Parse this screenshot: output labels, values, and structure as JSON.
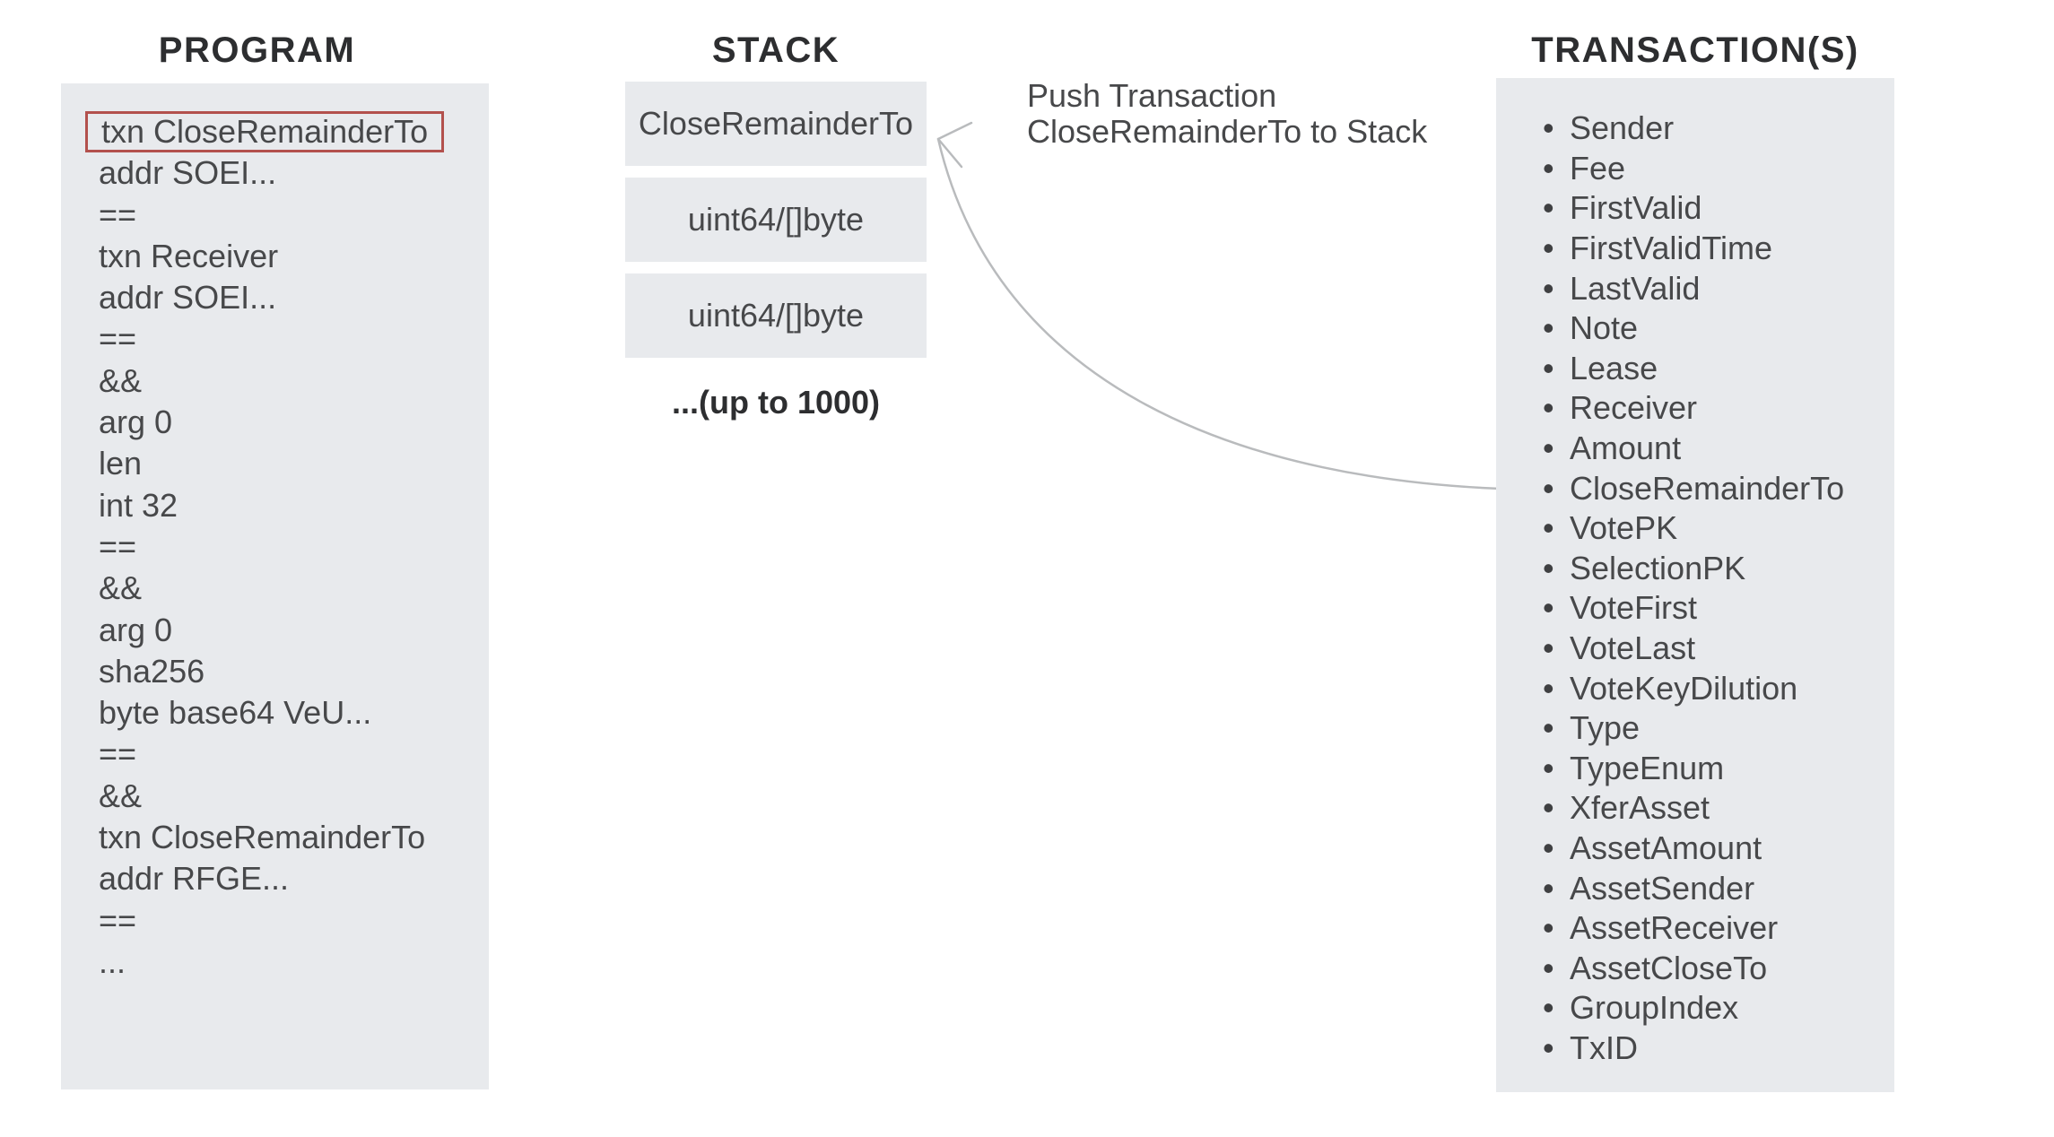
{
  "headings": {
    "program": "PROGRAM",
    "stack": "STACK",
    "transactions": "TRANSACTION(S)"
  },
  "program": {
    "highlighted_line_index": 0,
    "lines": [
      "txn CloseRemainderTo",
      "addr SOEI...",
      "==",
      "txn Receiver",
      "addr SOEI...",
      "==",
      "&&",
      "arg 0",
      "len",
      "int 32",
      "==",
      "&&",
      "arg 0",
      "sha256",
      "byte base64 VeU...",
      "==",
      "&&",
      "txn CloseRemainderTo",
      "addr RFGE...",
      "==",
      "..."
    ]
  },
  "stack": {
    "boxes": [
      "CloseRemainderTo",
      "uint64/[]byte",
      "uint64/[]byte"
    ],
    "capacity_note": "...(up to 1000)"
  },
  "annotation": {
    "line1": "Push Transaction",
    "line2": "CloseRemainderTo to Stack"
  },
  "transactions": {
    "bullet": "•",
    "fields": [
      "Sender",
      "Fee",
      "FirstValid",
      "FirstValidTime",
      "LastValid",
      "Note",
      "Lease",
      "Receiver",
      "Amount",
      "CloseRemainderTo",
      "VotePK",
      "SelectionPK",
      "VoteFirst",
      "VoteLast",
      "VoteKeyDilution",
      "Type",
      "TypeEnum",
      "XferAsset",
      "AssetAmount",
      "AssetSender",
      "AssetReceiver",
      "AssetCloseTo",
      "GroupIndex",
      "TxID"
    ]
  },
  "colors": {
    "page_bg": "#ffffff",
    "panel_bg": "#e8eaed",
    "heading_text": "#2d2e30",
    "body_text": "#47484a",
    "highlight_border": "#b3514d",
    "arrow": "#b9bbbd"
  }
}
